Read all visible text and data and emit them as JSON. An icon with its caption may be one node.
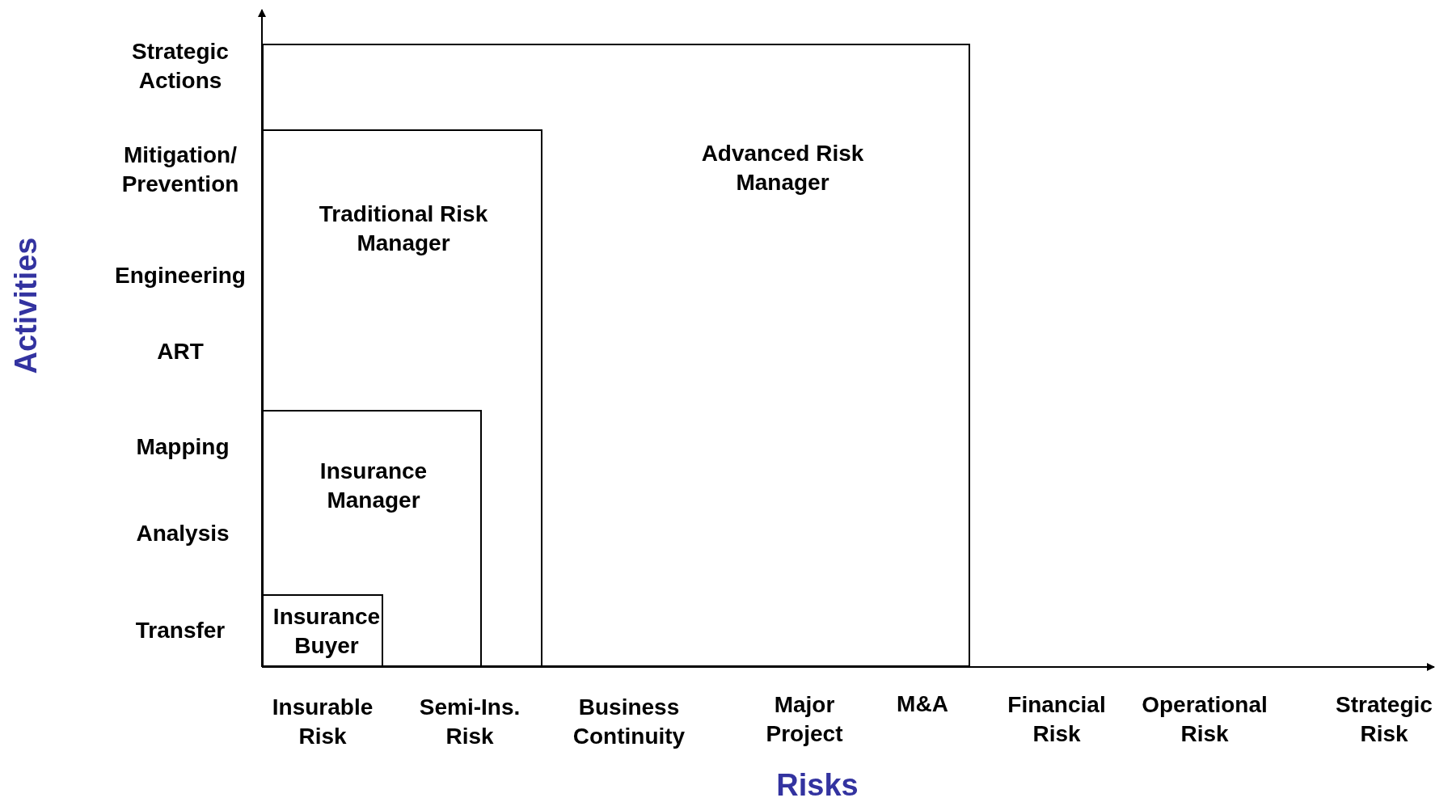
{
  "diagram": {
    "nodes": [
      {
        "text": [
          "Advanced Risk Manager"
        ]
      },
      {
        "text": [
          "Traditional Risk Manager"
        ],
        "in": 0
      },
      {
        "text": [
          "Insurance Manager"
        ],
        "in": 1
      },
      {
        "text": [
          "Insurance Buyer"
        ],
        "in": 2
      }
    ],
    "edges": [],
    "labels": [
      "Strategic Actions",
      "Mitigation/ Prevention",
      "Engineering",
      "ART",
      "Mapping",
      "Analysis",
      "Transfer",
      "Activities",
      "Insurable Risk",
      "Semi-Ins. Risk",
      "Business Continuity",
      "Major Project",
      "M&A",
      "Financial Risk",
      "Operational Risk",
      "Strategic Risk",
      "Risks"
    ]
  }
}
